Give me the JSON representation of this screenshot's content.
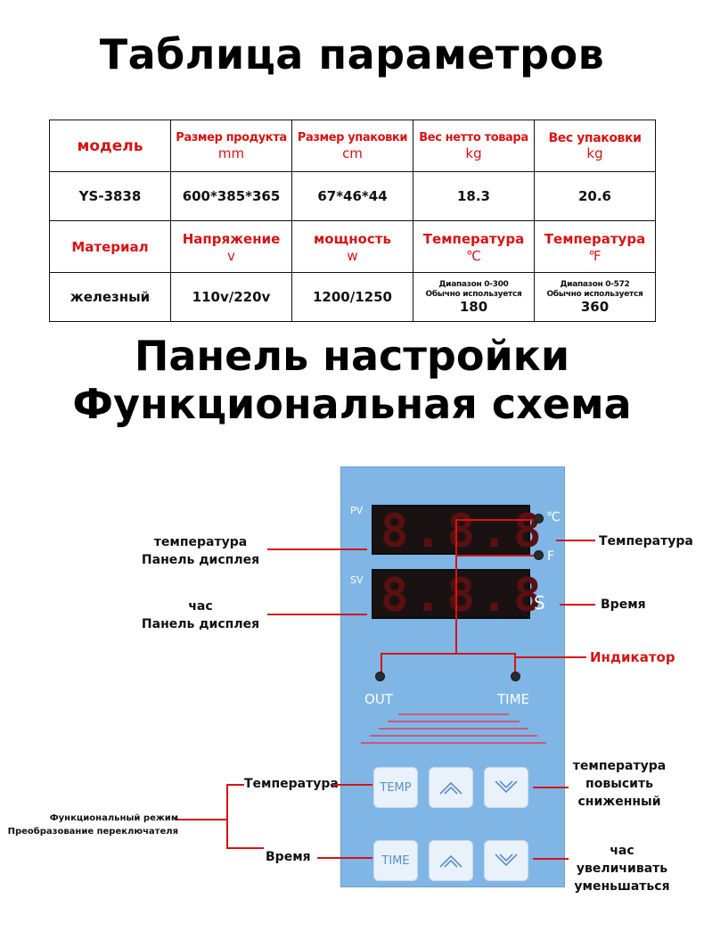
{
  "titles": {
    "params": "Таблица параметров",
    "panel": "Панель настройки",
    "scheme": "Функциональная схема"
  },
  "table": {
    "row1_headers": [
      {
        "label": "модель",
        "unit": ""
      },
      {
        "label": "Размер продукта",
        "unit": "mm"
      },
      {
        "label": "Размер упаковки",
        "unit": "cm"
      },
      {
        "label": "Вес нетто товара",
        "unit": "kg"
      },
      {
        "label": "Вес упаковки",
        "unit": "kg"
      }
    ],
    "row1_values": [
      "YS-3838",
      "600*385*365",
      "67*46*44",
      "18.3",
      "20.6"
    ],
    "row2_headers": [
      {
        "label": "Материал",
        "unit": ""
      },
      {
        "label": "Напряжение",
        "unit": "v"
      },
      {
        "label": "мощность",
        "unit": "w"
      },
      {
        "label": "Температура",
        "unit": "℃"
      },
      {
        "label": "Температура",
        "unit": "℉"
      }
    ],
    "row2_values": {
      "material": "железный",
      "voltage": "110v/220v",
      "power": "1200/1250",
      "temp_c": {
        "range": "Диапазон 0-300",
        "usual": "Обычно используется",
        "value": "180"
      },
      "temp_f": {
        "range": "Диапазон 0-572",
        "usual": "Обычно используется",
        "value": "360"
      }
    }
  },
  "panel": {
    "pv_label": "PV",
    "sv_label": "SV",
    "pv_digits": "8.8.8",
    "sv_digits": "8.8.8",
    "unit_c": "℃",
    "unit_f": "F",
    "unit_s": "S",
    "out_label": "OUT",
    "time_label": "TIME",
    "btn_temp": "TEMP",
    "btn_time": "TIME"
  },
  "callouts": {
    "left_temp_display": [
      "температура",
      "Панель дисплея"
    ],
    "left_time_display": [
      "час",
      "Панель дисплея"
    ],
    "right_temp": "Температура",
    "right_time": "Время",
    "right_indicator": "Индикатор",
    "btn_temp": "Температура",
    "btn_time": "Время",
    "mode": [
      "Функциональный режим",
      "Преобразование переключателя"
    ],
    "temp_up_down": [
      "температура",
      "повысить",
      "сниженный"
    ],
    "time_up_down": [
      "час",
      "увеличивать",
      "уменьшаться"
    ]
  },
  "colors": {
    "accent": "#d61414",
    "panel": "#7fb6e6"
  }
}
